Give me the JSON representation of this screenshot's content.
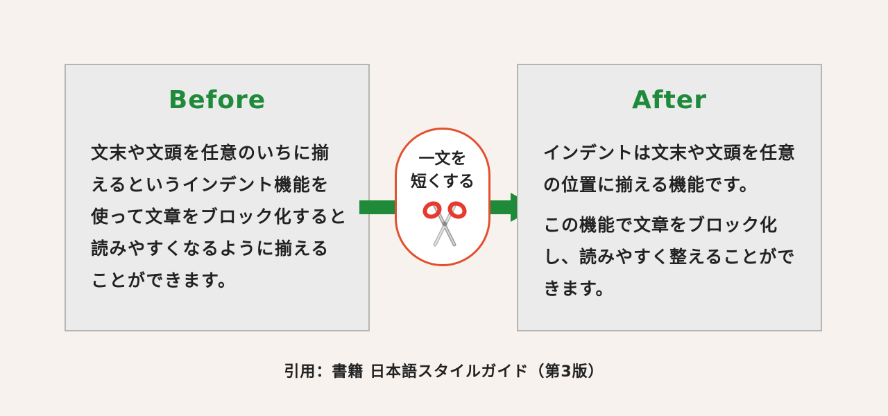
{
  "before": {
    "title": "Before",
    "body": "文末や文頭を任意のいちに揃えるというインデント機能を使って文章をブロック化すると読みやすくなるように揃えることができます。"
  },
  "middle": {
    "label_line1": "一文を",
    "label_line2": "短くする",
    "icon": "scissors-icon"
  },
  "after": {
    "title": "After",
    "paragraph1": "インデントは文末や文頭を任意の位置に揃える機能です。",
    "paragraph2": "この機能で文章をブロック化し、読みやすく整えることができます。"
  },
  "citation": "引用：書籍 日本語スタイルガイド（第3版）",
  "colors": {
    "green": "#1e8a3a",
    "red_border": "#e2502e",
    "panel_bg": "#ebebeb",
    "page_bg": "#f7f2ee"
  }
}
